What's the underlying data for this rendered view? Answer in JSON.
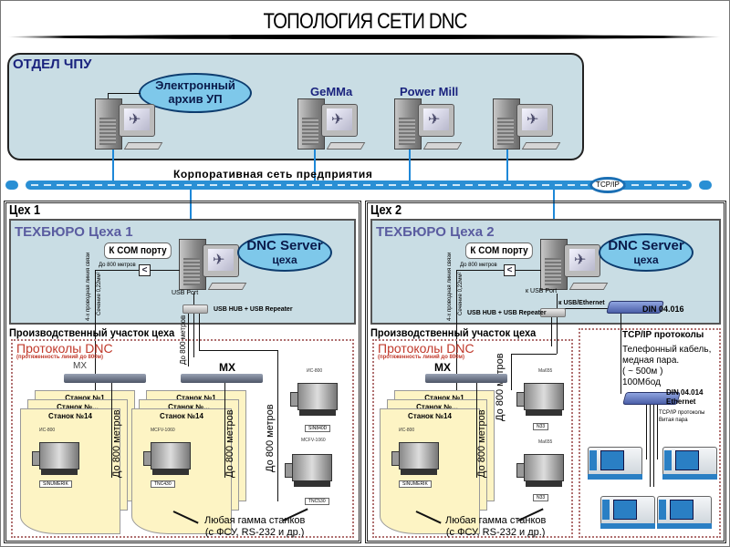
{
  "title": "ТОПОЛОГИЯ СЕТИ DNC",
  "cnc_department": {
    "title": "ОТДЕЛ ЧПУ",
    "archive_bubble": [
      "Электронный",
      "архив УП"
    ],
    "software": [
      "GeMMa",
      "Power Mill"
    ]
  },
  "corporate_network": {
    "label": "Корпоративная сеть  предприятия",
    "protocol_badge": "TCP/IP"
  },
  "shops": [
    {
      "title": "Цех 1",
      "bureau_title": "ТЕХБЮРО Цеха 1",
      "server_bubble": {
        "title": "DNC Server",
        "subtitle": "цеха"
      },
      "com_callout": "К COM порту",
      "distance_short": "До 800 метров",
      "cable_vertical": "4-х проводная линия связи",
      "cable_section": "Сечение 0,22мм²",
      "usb_port": "USB Port",
      "hub_label": "USB HUB + USB Repeater",
      "area_title": "Производственный  участок цеха",
      "protocols_title": "Протоколы  DNC",
      "protocols_sub": "(протяженность линий  до 800м)",
      "mx_labels": [
        "MX",
        "MX"
      ],
      "card_stacks": [
        {
          "cards": [
            "Станок №1",
            "Станок №...",
            "Станок №14"
          ],
          "machine": "ИС-800",
          "tag": "SINUMERIK"
        },
        {
          "cards": [
            "Станок №1",
            "Станок №...",
            "Станок №14"
          ],
          "machine": "MCFV-1060",
          "tag": "TNC430"
        }
      ],
      "distance_labels": [
        "До 800 метров",
        "До 800 метров",
        "До 800 метров",
        "До 800 метров"
      ],
      "standalone_machines": [
        {
          "name": "ИС-800",
          "tag": "SIN840D"
        },
        {
          "name": "MCFV-1060",
          "tag": "TNC530"
        }
      ],
      "range_note": [
        "Любая гамма станков",
        "(с ФСУ, RS-232 и др.)"
      ]
    },
    {
      "title": "Цех 2",
      "bureau_title": "ТЕХБЮРО Цеха 2",
      "server_bubble": {
        "title": "DNC Server",
        "subtitle": "цеха"
      },
      "com_callout": "К COM порту",
      "distance_short": "До 800 метров",
      "cable_vertical": "4-х проводная линия связи",
      "cable_section": "Сечение 0,22мм²",
      "usb_port": "к USB Port",
      "usb_ethernet": "к USB/Ethernet",
      "din_016": "DIN 04.016",
      "hub_label": "USB HUB + USB Repeater",
      "area_title": "Производственный  участок цеха",
      "protocols_title": "Протоколы  DNC",
      "protocols_sub": "(протяженность линий  до 800м)",
      "mx_labels": [
        "MX"
      ],
      "card_stacks": [
        {
          "cards": [
            "Станок №1",
            "Станок №...",
            "Станок №14"
          ],
          "machine": "ИС-800",
          "tag": "SINUMERIK"
        }
      ],
      "distance_labels": [
        "До 800 метров",
        "До 800 метров"
      ],
      "standalone_machines": [
        {
          "name": "Ma655",
          "tag": "N33"
        },
        {
          "name": "Ma655",
          "tag": "N33"
        }
      ],
      "range_note": [
        "Любая гамма станков",
        "(с ФСУ, RS-232 и др.)"
      ],
      "tcpip_section": {
        "title": "TCP/IP протоколы",
        "cable_note": [
          "Телефонный кабель,",
          "медная пара.",
          "( ~ 500м )",
          "100Мбод"
        ],
        "din_014": [
          "DIN 04.014",
          "Ethernet"
        ],
        "twisted_pair": [
          "TCP/IP протоколы",
          "Витая пара"
        ]
      }
    }
  ]
}
